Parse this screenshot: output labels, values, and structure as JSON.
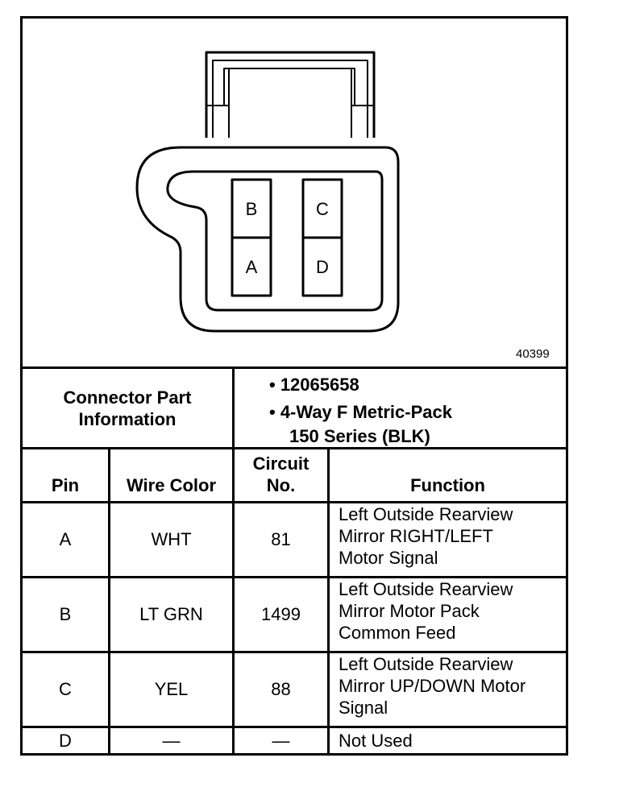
{
  "diagram": {
    "pins": [
      {
        "id": "pin-b",
        "label": "B"
      },
      {
        "id": "pin-c",
        "label": "C"
      },
      {
        "id": "pin-a",
        "label": "A"
      },
      {
        "id": "pin-d",
        "label": "D"
      }
    ],
    "figure_number": "40399"
  },
  "part_info": {
    "label_line1": "Connector Part",
    "label_line2": "Information",
    "bullet1": "• 12065658",
    "bullet2_line1": "• 4-Way F Metric-Pack",
    "bullet2_line2": "150 Series (BLK)"
  },
  "table": {
    "headers": {
      "pin": "Pin",
      "wire_color": "Wire Color",
      "circuit_line1": "Circuit",
      "circuit_line2": "No.",
      "function": "Function"
    },
    "rows": [
      {
        "pin": "A",
        "wire": "WHT",
        "circuit": "81",
        "function": [
          "Left Outside Rearview",
          "Mirror RIGHT/LEFT",
          "Motor Signal"
        ]
      },
      {
        "pin": "B",
        "wire": "LT GRN",
        "circuit": "1499",
        "function": [
          "Left Outside Rearview",
          "Mirror Motor Pack",
          "Common Feed"
        ]
      },
      {
        "pin": "C",
        "wire": "YEL",
        "circuit": "88",
        "function": [
          "Left Outside Rearview",
          "Mirror UP/DOWN Motor",
          "Signal"
        ]
      },
      {
        "pin": "D",
        "wire": "—",
        "circuit": "—",
        "function": [
          "Not Used"
        ]
      }
    ]
  }
}
